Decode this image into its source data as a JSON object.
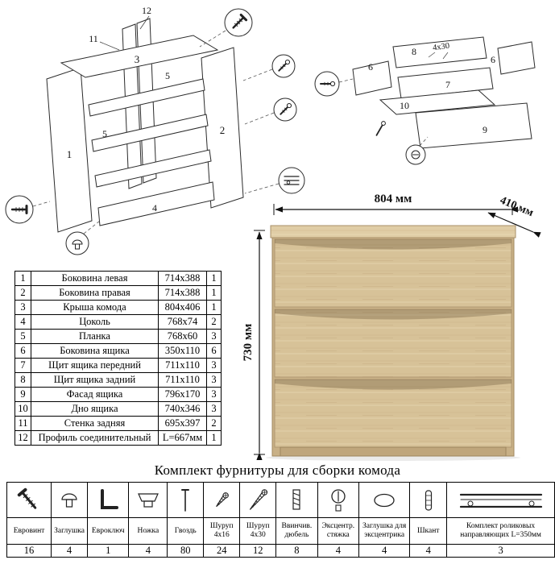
{
  "frame_diagram": {
    "labels": {
      "p1": "1",
      "p2": "2",
      "p3": "3",
      "p4": "4",
      "p5": "5",
      "p11": "11",
      "p12": "12"
    }
  },
  "drawer_diagram": {
    "labels": {
      "p6": "6",
      "p7": "7",
      "p8": "8",
      "p9": "9",
      "p10": "10"
    },
    "screw_note": "4x30"
  },
  "dresser": {
    "width_label": "804 мм",
    "depth_label": "410 мм",
    "height_label": "730 мм",
    "wood_color": "#d7c298"
  },
  "parts_table": {
    "rows": [
      {
        "num": "1",
        "name": "Боковина левая",
        "size": "714x388",
        "qty": "1"
      },
      {
        "num": "2",
        "name": "Боковина правая",
        "size": "714x388",
        "qty": "1"
      },
      {
        "num": "3",
        "name": "Крыша комода",
        "size": "804x406",
        "qty": "1"
      },
      {
        "num": "4",
        "name": "Цоколь",
        "size": "768x74",
        "qty": "2"
      },
      {
        "num": "5",
        "name": "Планка",
        "size": "768x60",
        "qty": "3"
      },
      {
        "num": "6",
        "name": "Боковина ящика",
        "size": "350x110",
        "qty": "6"
      },
      {
        "num": "7",
        "name": "Щит ящика передний",
        "size": "711x110",
        "qty": "3"
      },
      {
        "num": "8",
        "name": "Щит ящика задний",
        "size": "711x110",
        "qty": "3"
      },
      {
        "num": "9",
        "name": "Фасад ящика",
        "size": "796x170",
        "qty": "3"
      },
      {
        "num": "10",
        "name": "Дно ящика",
        "size": "740x346",
        "qty": "3"
      },
      {
        "num": "11",
        "name": "Стенка задняя",
        "size": "695x397",
        "qty": "2"
      },
      {
        "num": "12",
        "name": "Профиль соединительный",
        "size": "L=667мм",
        "qty": "1"
      }
    ]
  },
  "hardware": {
    "title": "Комплект фурнитуры для сборки комода",
    "items": [
      {
        "name": "Евровинт",
        "qty": "16",
        "icon": "confirmat-screw-icon"
      },
      {
        "name": "Заглушка",
        "qty": "4",
        "icon": "cap-icon"
      },
      {
        "name": "Евроключ",
        "qty": "1",
        "icon": "hex-key-icon"
      },
      {
        "name": "Ножка",
        "qty": "4",
        "icon": "foot-icon"
      },
      {
        "name": "Гвоздь",
        "qty": "80",
        "icon": "nail-icon"
      },
      {
        "name": "Шуруп 4x16",
        "qty": "24",
        "icon": "screw-short-icon"
      },
      {
        "name": "Шуруп 4x30",
        "qty": "12",
        "icon": "screw-long-icon"
      },
      {
        "name": "Ввинчив. дюбель",
        "qty": "8",
        "icon": "dowel-screw-icon"
      },
      {
        "name": "Эксцентр. стяжка",
        "qty": "4",
        "icon": "cam-lock-icon"
      },
      {
        "name": "Заглушка для эксцентрика",
        "qty": "4",
        "icon": "oval-cap-icon"
      },
      {
        "name": "Шкант",
        "qty": "4",
        "icon": "wood-dowel-icon"
      },
      {
        "name": "Комплект роликовых направляющих L=350мм",
        "qty": "3",
        "icon": "drawer-slide-icon"
      }
    ]
  }
}
